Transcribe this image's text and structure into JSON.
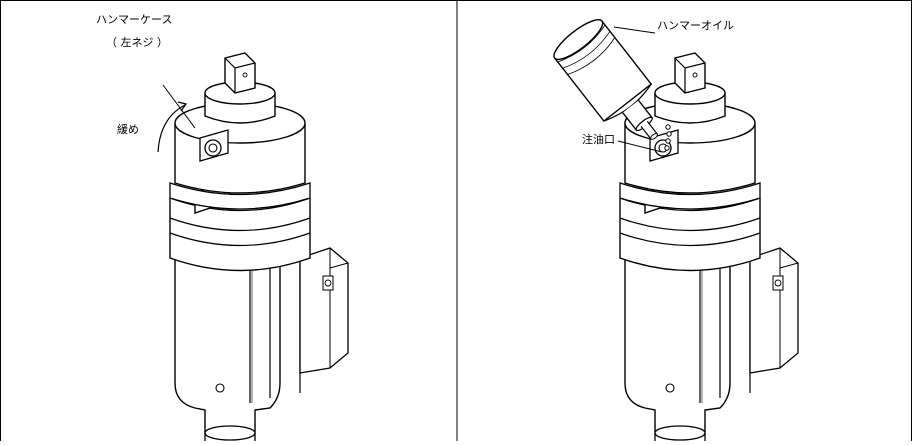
{
  "left_panel": {
    "label_hammer_case": "ハンマーケース",
    "label_left_thread": "（ 左ネジ ）",
    "label_loosen": "緩め"
  },
  "right_panel": {
    "label_hammer_oil": "ハンマーオイル",
    "label_oil_port": "注油口"
  }
}
